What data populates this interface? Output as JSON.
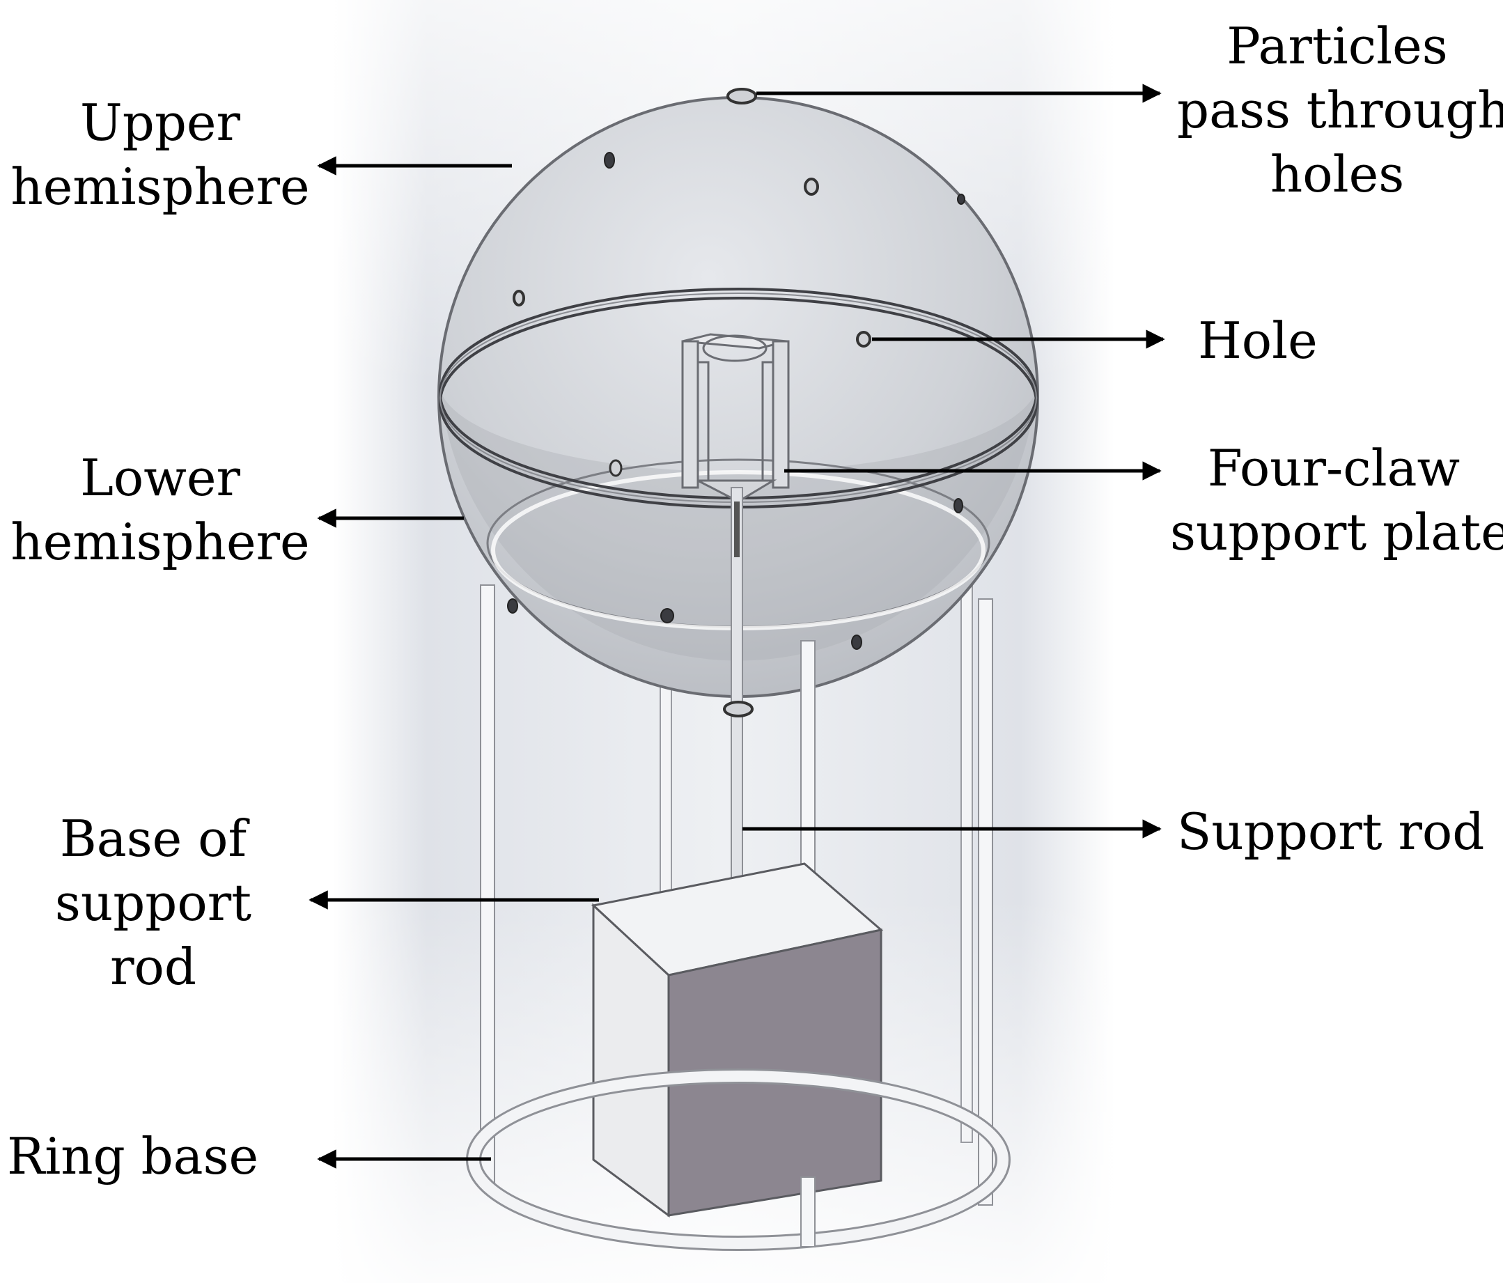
{
  "labels": {
    "upper_hemisphere": [
      "Upper",
      "hemisphere"
    ],
    "lower_hemisphere": [
      "Lower",
      "hemisphere"
    ],
    "base_of_support_rod": [
      "Base of",
      "support",
      "rod"
    ],
    "ring_base": [
      "Ring base"
    ],
    "particles_holes": [
      "Particles",
      "pass through",
      "holes"
    ],
    "hole": [
      "Hole"
    ],
    "four_claw": [
      "Four-claw",
      "support plate"
    ],
    "support_rod": [
      "Support rod"
    ]
  },
  "colors": {
    "background_panel": "#dde0e6",
    "sphere_fill": "#c9ccd2",
    "outline": "#4a4a4a",
    "box_dark_face": "#8c8690",
    "box_light_face": "#eceded",
    "frame": "#f3f4f6",
    "arrow": "#000000"
  }
}
